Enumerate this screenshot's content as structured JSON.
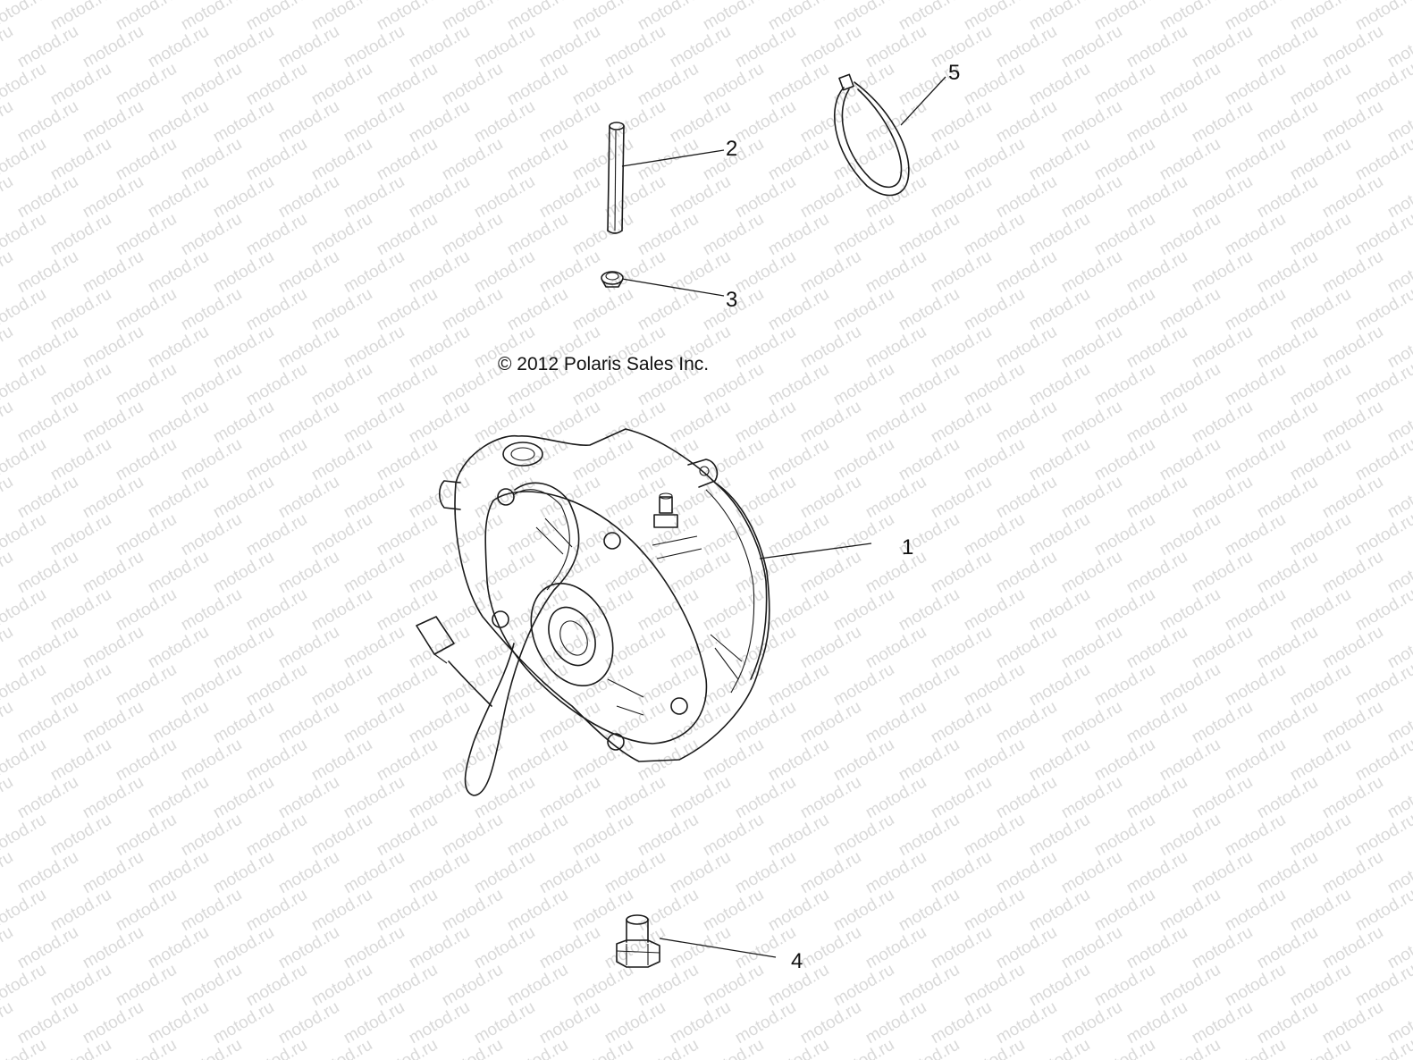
{
  "diagram": {
    "copyright": "© 2012 Polaris Sales Inc.",
    "watermark_text": "motod.ru",
    "callouts": [
      {
        "id": "1",
        "label": "1",
        "part": "gearcase-housing"
      },
      {
        "id": "2",
        "label": "2",
        "part": "vent-tube"
      },
      {
        "id": "3",
        "label": "3",
        "part": "hose-clamp"
      },
      {
        "id": "4",
        "label": "4",
        "part": "drain-plug"
      },
      {
        "id": "5",
        "label": "5",
        "part": "cable-tie"
      }
    ]
  }
}
